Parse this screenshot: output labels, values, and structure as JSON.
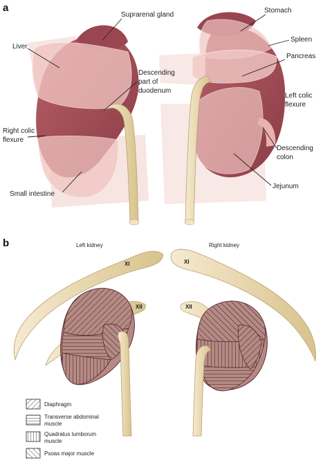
{
  "panel_a": {
    "letter": "a",
    "labels": {
      "suprarenal_gland": "Suprarenal gland",
      "liver": "Liver",
      "descending_duodenum_1": "Descending",
      "descending_duodenum_2": "part of",
      "descending_duodenum_3": "duodenum",
      "right_colic_1": "Right colic",
      "right_colic_2": "flexure",
      "small_intestine": "Small intestine",
      "stomach": "Stomach",
      "spleen": "Spleen",
      "pancreas": "Pancreas",
      "left_colic_1": "Left colic",
      "left_colic_2": "flexure",
      "descending_colon_1": "Descending",
      "descending_colon_2": "colon",
      "jejunum": "Jejunum"
    }
  },
  "panel_b": {
    "letter": "b",
    "left_kidney": "Left kidney",
    "right_kidney": "Right kidney",
    "rib_xi": "XI",
    "rib_xii": "XII",
    "legend": {
      "diaphragm": "Diaphragm",
      "transverse_1": "Transverse abdominal",
      "transverse_2": "muscle",
      "quadratus_1": "Quadratus lumborum",
      "quadratus_2": "muscle",
      "psoas": "Psoas major muscle"
    }
  },
  "colors": {
    "kidney": "#a8545c",
    "kidney_dark": "#7e3440",
    "overlay": "#f2c8c4",
    "bone": "#ecdcb0",
    "bone_edge": "#b8a070",
    "hatched_kidney": "#b88680"
  }
}
